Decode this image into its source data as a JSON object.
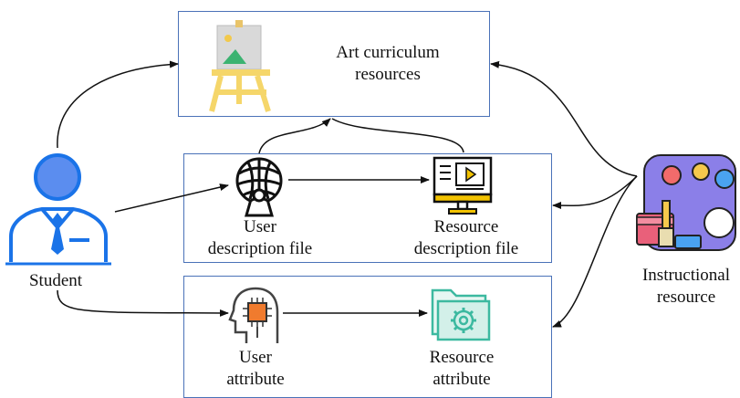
{
  "nodes": {
    "art_resources": {
      "line1": "Art curriculum",
      "line2": "resources"
    },
    "student": {
      "label": "Student"
    },
    "instructional": {
      "line1": "Instructional",
      "line2": "resource"
    },
    "user_description_file": {
      "line1": "User",
      "line2": "description file"
    },
    "resource_description_file": {
      "line1": "Resource",
      "line2": "description file"
    },
    "user_attribute": {
      "line1": "User",
      "line2": "attribute"
    },
    "resource_attribute": {
      "line1": "Resource",
      "line2": "attribute"
    }
  },
  "colors": {
    "box_border": "#4a72b8",
    "student_blue": "#1a73e8",
    "easel_yellow": "#f5d66a",
    "monitor_yellow": "#f2c200",
    "chip_orange": "#f07b2e",
    "folder_green": "#3cb9a0",
    "palette_purple": "#8b7fe8"
  },
  "icons": [
    "easel-icon",
    "student-icon",
    "network-head-icon",
    "monitor-video-icon",
    "ai-head-chip-icon",
    "folder-gear-icon",
    "palette-icon"
  ]
}
